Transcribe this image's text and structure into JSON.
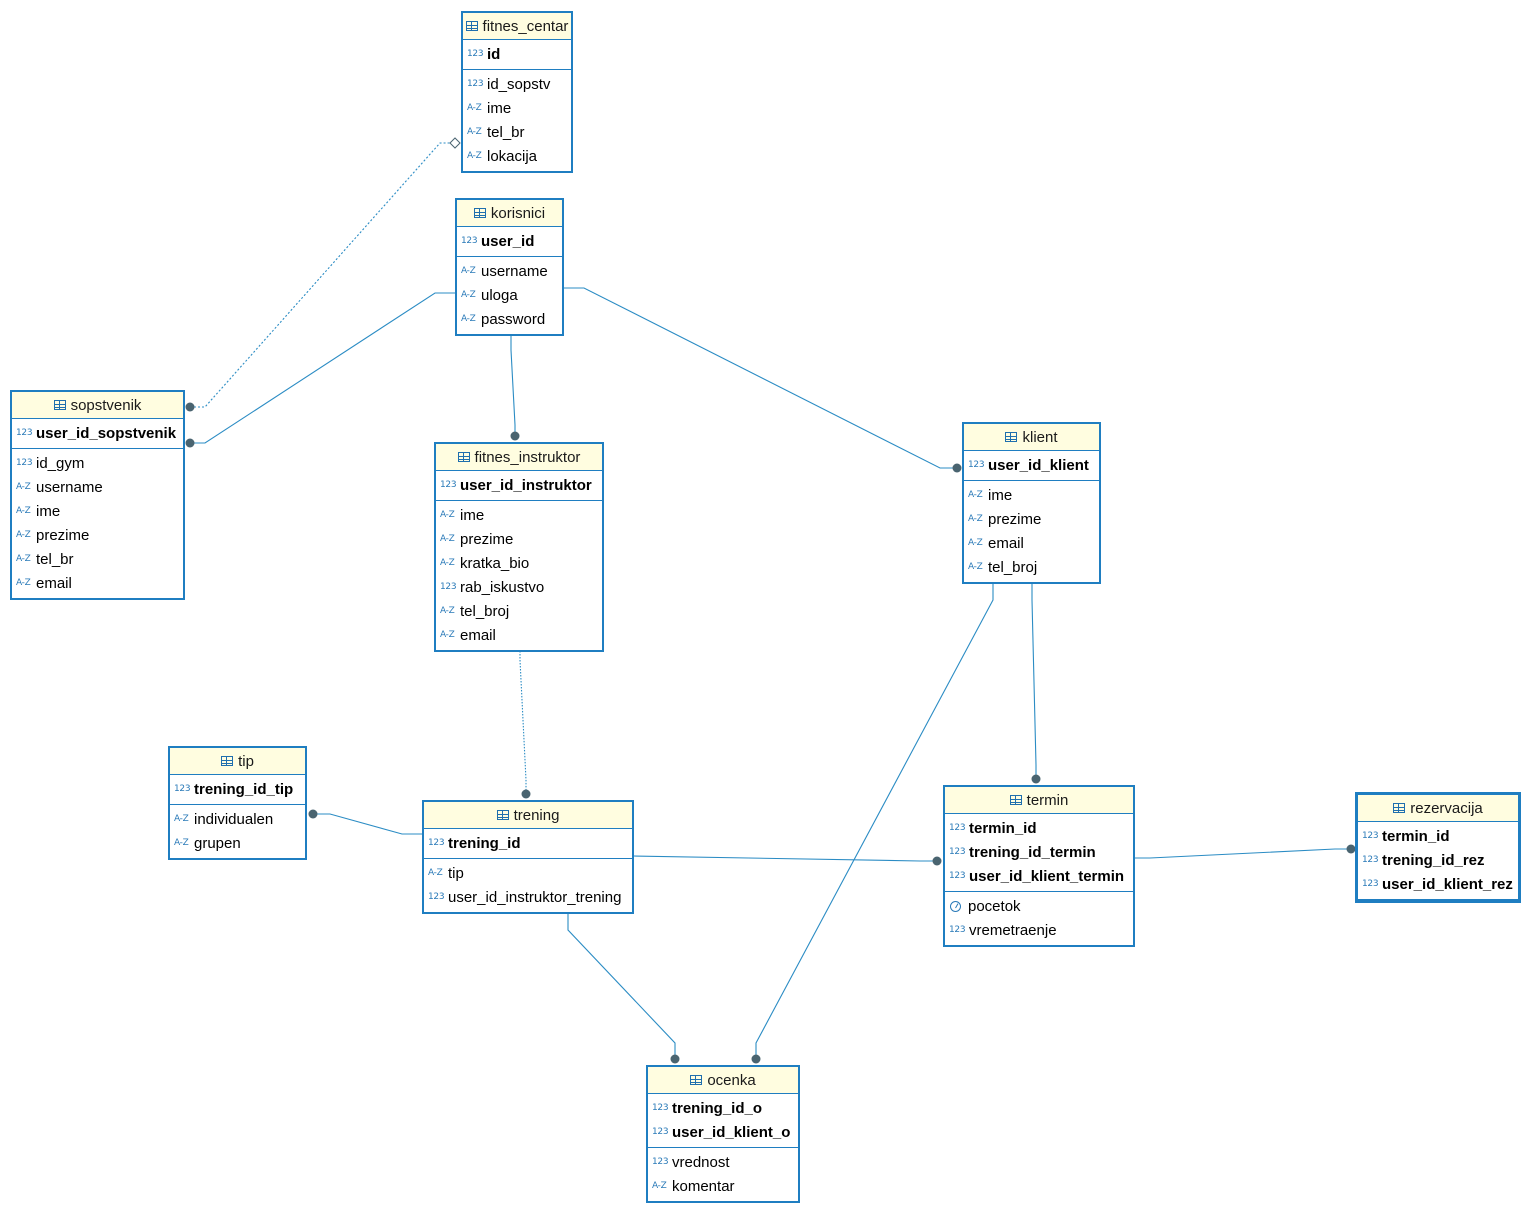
{
  "entities": {
    "fitnes_centar": {
      "name": "fitnes_centar",
      "keys": [
        {
          "type": "123",
          "name": "id"
        }
      ],
      "fields": [
        {
          "type": "123",
          "name": "id_sopstv"
        },
        {
          "type": "A-Z",
          "name": "ime"
        },
        {
          "type": "A-Z",
          "name": "tel_br"
        },
        {
          "type": "A-Z",
          "name": "lokacija"
        }
      ]
    },
    "korisnici": {
      "name": "korisnici",
      "keys": [
        {
          "type": "123",
          "name": "user_id"
        }
      ],
      "fields": [
        {
          "type": "A-Z",
          "name": "username"
        },
        {
          "type": "A-Z",
          "name": "uloga"
        },
        {
          "type": "A-Z",
          "name": "password"
        }
      ]
    },
    "sopstvenik": {
      "name": "sopstvenik",
      "keys": [
        {
          "type": "123",
          "name": "user_id_sopstvenik"
        }
      ],
      "fields": [
        {
          "type": "123",
          "name": "id_gym"
        },
        {
          "type": "A-Z",
          "name": "username"
        },
        {
          "type": "A-Z",
          "name": "ime"
        },
        {
          "type": "A-Z",
          "name": "prezime"
        },
        {
          "type": "A-Z",
          "name": "tel_br"
        },
        {
          "type": "A-Z",
          "name": "email"
        }
      ]
    },
    "fitnes_instruktor": {
      "name": "fitnes_instruktor",
      "keys": [
        {
          "type": "123",
          "name": "user_id_instruktor"
        }
      ],
      "fields": [
        {
          "type": "A-Z",
          "name": "ime"
        },
        {
          "type": "A-Z",
          "name": "prezime"
        },
        {
          "type": "A-Z",
          "name": "kratka_bio"
        },
        {
          "type": "123",
          "name": "rab_iskustvo"
        },
        {
          "type": "A-Z",
          "name": "tel_broj"
        },
        {
          "type": "A-Z",
          "name": "email"
        }
      ]
    },
    "klient": {
      "name": "klient",
      "keys": [
        {
          "type": "123",
          "name": "user_id_klient"
        }
      ],
      "fields": [
        {
          "type": "A-Z",
          "name": "ime"
        },
        {
          "type": "A-Z",
          "name": "prezime"
        },
        {
          "type": "A-Z",
          "name": "email"
        },
        {
          "type": "A-Z",
          "name": "tel_broj"
        }
      ]
    },
    "tip": {
      "name": "tip",
      "keys": [
        {
          "type": "123",
          "name": "trening_id_tip"
        }
      ],
      "fields": [
        {
          "type": "A-Z",
          "name": "individualen"
        },
        {
          "type": "A-Z",
          "name": "grupen"
        }
      ]
    },
    "trening": {
      "name": "trening",
      "keys": [
        {
          "type": "123",
          "name": "trening_id"
        }
      ],
      "fields": [
        {
          "type": "A-Z",
          "name": "tip"
        },
        {
          "type": "123",
          "name": "user_id_instruktor_trening"
        }
      ]
    },
    "termin": {
      "name": "termin",
      "keys": [
        {
          "type": "123",
          "name": "termin_id"
        },
        {
          "type": "123",
          "name": "trening_id_termin"
        },
        {
          "type": "123",
          "name": "user_id_klient_termin"
        }
      ],
      "fields": [
        {
          "type": "clock",
          "name": "pocetok"
        },
        {
          "type": "123",
          "name": "vremetraenje"
        }
      ]
    },
    "rezervacija": {
      "name": "rezervacija",
      "keys": [
        {
          "type": "123",
          "name": "termin_id"
        },
        {
          "type": "123",
          "name": "trening_id_rez"
        },
        {
          "type": "123",
          "name": "user_id_klient_rez"
        }
      ],
      "fields": []
    },
    "ocenka": {
      "name": "ocenka",
      "keys": [
        {
          "type": "123",
          "name": "trening_id_o"
        },
        {
          "type": "123",
          "name": "user_id_klient_o"
        }
      ],
      "fields": [
        {
          "type": "123",
          "name": "vrednost"
        },
        {
          "type": "A-Z",
          "name": "komentar"
        }
      ]
    }
  },
  "colors": {
    "border": "#1f7ec1",
    "header": "#fffde0",
    "line": "#2b8cc4",
    "endpoint": "#4a6470"
  }
}
